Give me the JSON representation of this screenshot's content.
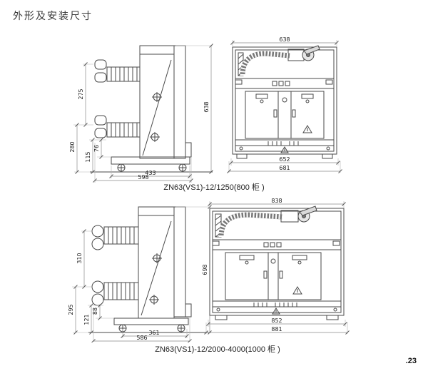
{
  "page": {
    "title": "外形及安装尺寸",
    "page_number": ".23"
  },
  "drawing1": {
    "caption": "ZN63(VS1)-12/1250(800 柜 )",
    "side": {
      "pole_spacing": "275",
      "lower_section_height": "280",
      "base_height": "76",
      "base_to_floor": "115",
      "base_width": "433",
      "overall_depth": "598",
      "overall_height": "638"
    },
    "front": {
      "top_width": "638",
      "mounting_width": "652",
      "overall_width": "681"
    }
  },
  "drawing2": {
    "caption": "ZN63(VS1)-12/2000-4000(1000 柜 )",
    "side": {
      "pole_spacing": "310",
      "lower_section_height": "295",
      "base_height": "88",
      "base_to_floor": "121",
      "base_width": "361",
      "overall_depth": "586",
      "overall_height": "698"
    },
    "front": {
      "top_width": "838",
      "mounting_width": "852",
      "overall_width": "881"
    }
  }
}
